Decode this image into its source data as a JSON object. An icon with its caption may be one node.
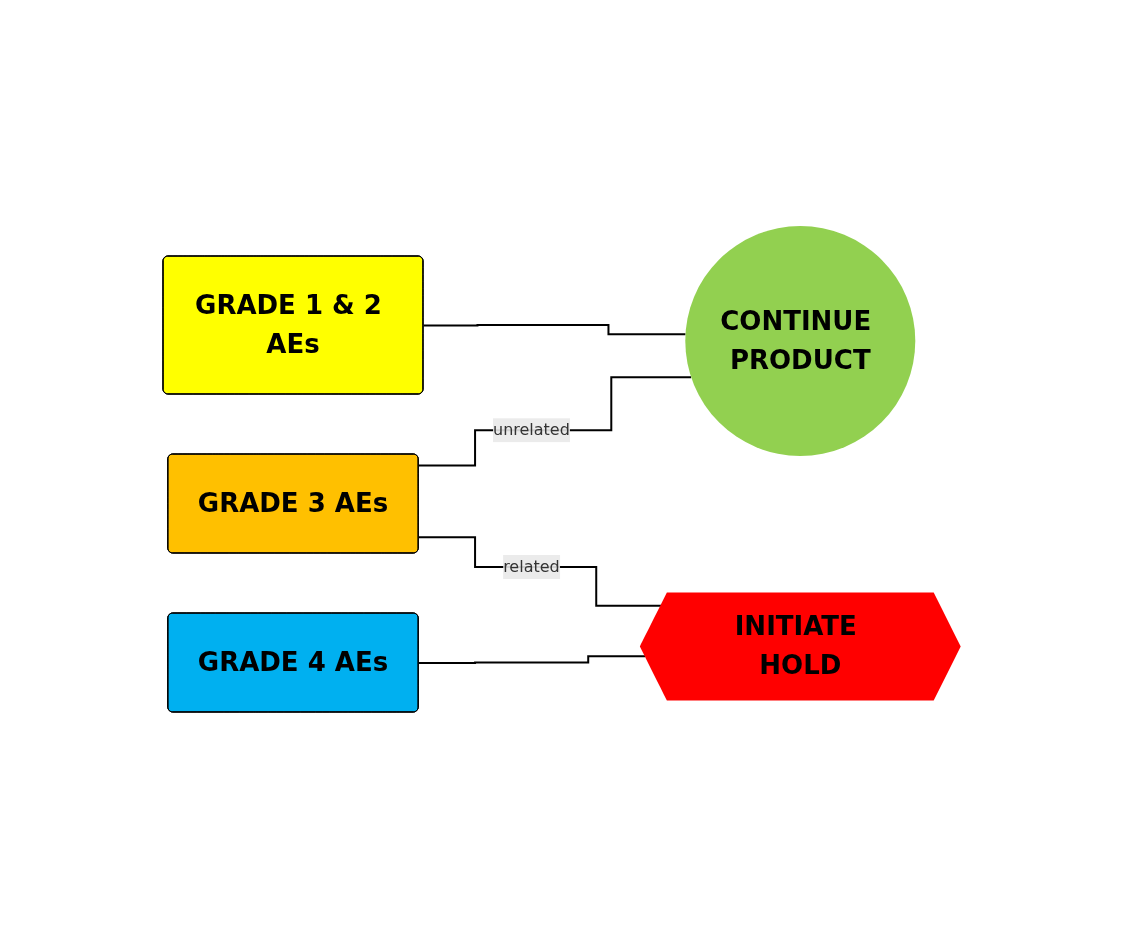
{
  "diagram": {
    "nodes": [
      {
        "text": [
          "GRADE 1 & 2 AEs"
        ]
      },
      {
        "text": [
          "CONTINUE PRODUCT"
        ]
      },
      {
        "text": [
          "GRADE 3 AEs"
        ]
      },
      {
        "text": [
          "INITIATE HOLD"
        ]
      },
      {
        "text": [
          "GRADE 4 AEs"
        ]
      }
    ],
    "edges": [
      {
        "from": 0,
        "to": 1,
        "arrow": "none"
      },
      {
        "from": 2,
        "to": 1,
        "arrow": "none",
        "label": "unrelated"
      },
      {
        "from": 2,
        "to": 3,
        "arrow": "none",
        "label": "related"
      },
      {
        "from": 4,
        "to": 3,
        "arrow": "none"
      }
    ]
  }
}
